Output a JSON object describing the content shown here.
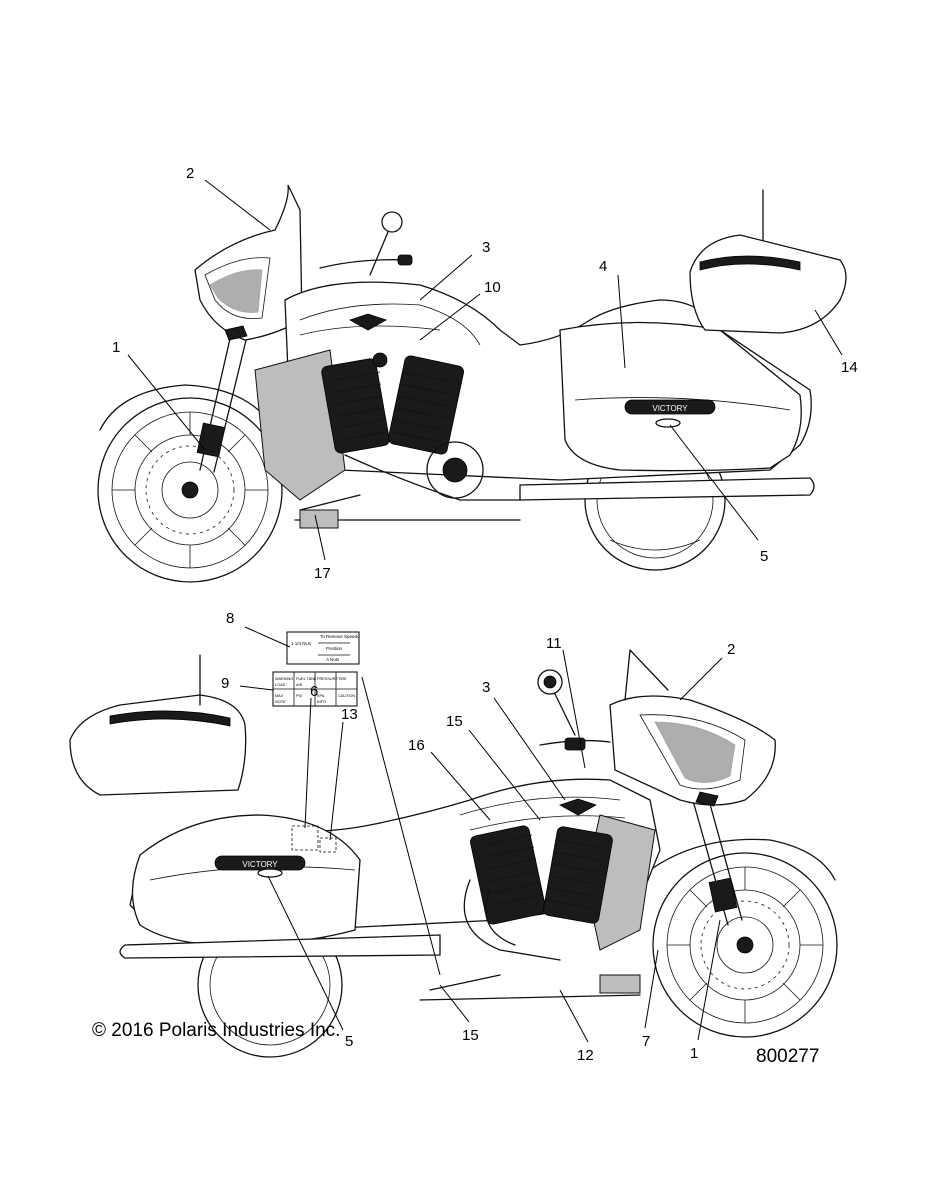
{
  "figure": {
    "copyright": "© 2016 Polaris Industries Inc.",
    "part_number": "800277",
    "brand_badge": "VICTORY"
  },
  "top_view": {
    "callouts": [
      "2",
      "3",
      "10",
      "4",
      "1",
      "14",
      "5",
      "17"
    ]
  },
  "bottom_view": {
    "callouts": [
      "8",
      "9",
      "11",
      "2",
      "3",
      "15",
      "16",
      "6",
      "13",
      "5",
      "15",
      "12",
      "7",
      "1"
    ]
  },
  "decal_8": {
    "line1": "To Remove Speedo",
    "line2": "Position",
    "line3": "A  Nuts",
    "left": "1 1/4 NUs"
  },
  "decal_9": {
    "cells": [
      "WARNING",
      "FUEL TANK",
      "PRESSURE",
      "TIRE",
      "LOAD",
      "AIR",
      "MAX",
      "PSI",
      "KPA",
      "CAUTION",
      "NOTE",
      "INFO"
    ]
  }
}
